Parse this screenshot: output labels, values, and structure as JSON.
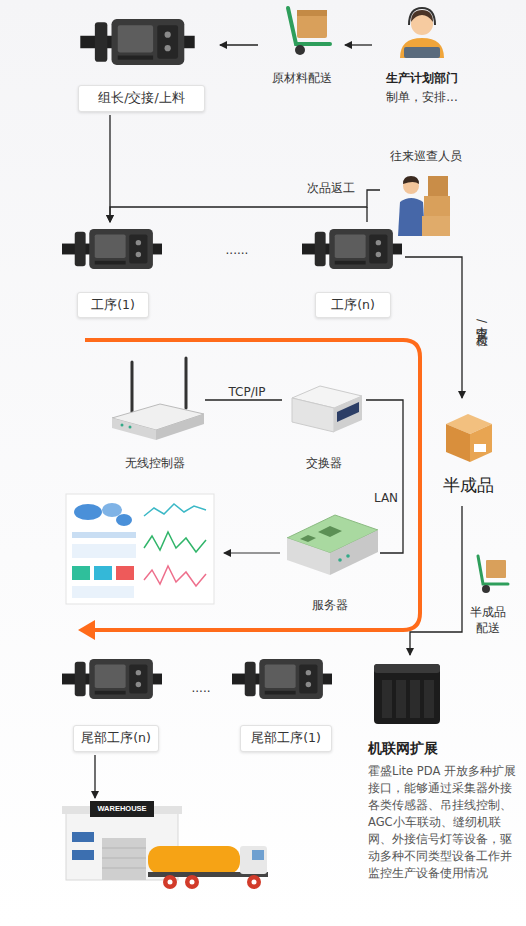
{
  "diagram": {
    "nodes": [
      {
        "text": [
          "组长/交接/上料"
        ]
      },
      {
        "text": [
          "原材料配送"
        ]
      },
      {
        "text": [
          "生产计划部门",
          "制单，安排..."
        ]
      },
      {
        "text": [
          "往来巡查人员"
        ]
      },
      {
        "text": [
          "工序(1)"
        ]
      },
      {
        "text": [
          "工序(n)"
        ]
      },
      {
        "text": [
          "半成品"
        ]
      },
      {
        "text": [
          "无线控制器"
        ]
      },
      {
        "text": [
          "交换器"
        ]
      },
      {
        "text": [
          "服务器"
        ]
      },
      {
        "text": [
          "机联网扩展",
          "霍盛Lite PDA 开放多种扩展接口，能够通过采集器外接各类传感器、吊挂线控制、AGC小车联动、缝纫机联网、外接信号灯等设备，驱动多种不同类型设备工作并监控生产设备使用情况"
        ]
      },
      {
        "text": [
          "尾部工序(n)"
        ]
      },
      {
        "text": [
          "尾部工序(1)"
        ]
      },
      {
        "text": [
          "WAREHOUSE"
        ]
      }
    ],
    "edges": [
      {
        "from": 2,
        "to": 1,
        "arrow": "to"
      },
      {
        "from": 1,
        "to": 0,
        "arrow": "to"
      },
      {
        "from": 0,
        "to": 4,
        "arrow": "to"
      },
      {
        "from": 3,
        "to": 4,
        "label": "次品返工",
        "arrow": "to"
      },
      {
        "from": 5,
        "to": 6,
        "label": "中查/质检",
        "arrow": "to"
      },
      {
        "from": 6,
        "to": 10,
        "label": "半成品配送",
        "arrow": "to"
      },
      {
        "from": 7,
        "to": 8,
        "label": "TCP/IP",
        "arrow": "none"
      },
      {
        "from": 8,
        "to": 9,
        "label": "LAN",
        "arrow": "none"
      },
      {
        "from": 11,
        "to": 13,
        "arrow": "to"
      }
    ],
    "labels": [
      "......",
      "....."
    ]
  }
}
